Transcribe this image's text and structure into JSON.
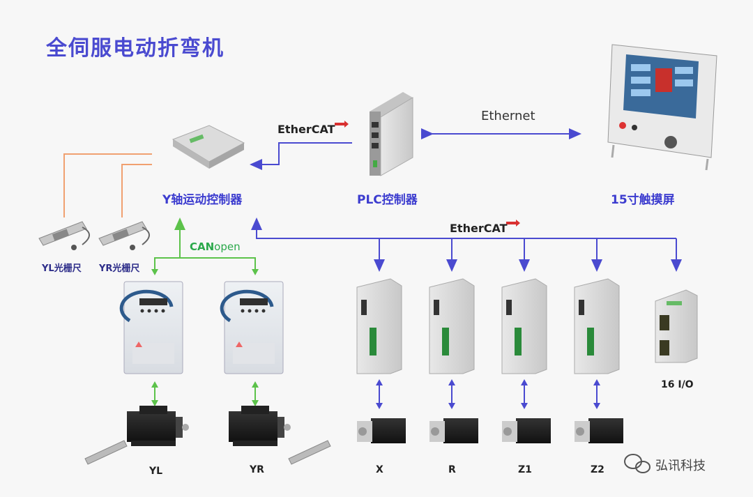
{
  "title": "全伺服电动折弯机",
  "labels": {
    "y_controller": "Y轴运动控制器",
    "plc": "PLC控制器",
    "touchscreen": "15寸触摸屏",
    "yl_scale": "YL光栅尺",
    "yr_scale": "YR光栅尺",
    "io": "16 I/O",
    "yl": "YL",
    "yr": "YR",
    "x": "X",
    "r": "R",
    "z1": "Z1",
    "z2": "Z2"
  },
  "buses": {
    "ethernet": "Ethernet",
    "ethercat_top": "EtherCAT",
    "ethercat_bottom": "EtherCAT",
    "canopen_can": "CAN",
    "canopen_open": "open"
  },
  "watermark": "弘讯科技",
  "colors": {
    "title": "#4a4ad0",
    "bus_line": "#4a4ad0",
    "canopen_line": "#5cc24a",
    "scale_line": "#f0a070",
    "ethercat_accent": "#d93030"
  }
}
